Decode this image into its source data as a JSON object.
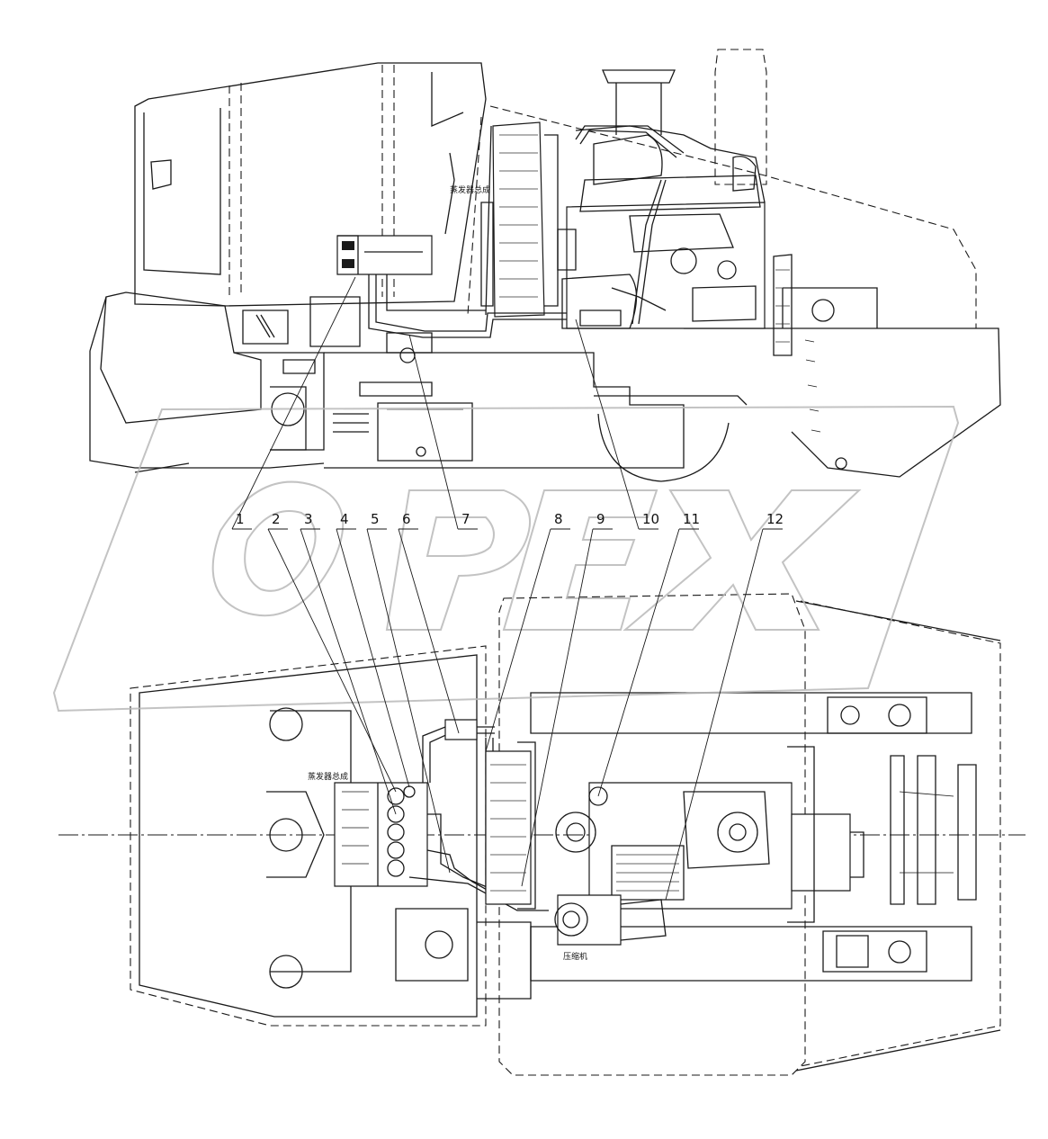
{
  "diagram": {
    "callouts": [
      "1",
      "2",
      "3",
      "4",
      "5",
      "6",
      "7",
      "8",
      "9",
      "10",
      "11",
      "12"
    ],
    "labels": {
      "evaporator_top": "蒸发器总成",
      "evaporator_bottom": "蒸发器总成",
      "compressor": "压缩机"
    },
    "watermark": "OPEX"
  }
}
